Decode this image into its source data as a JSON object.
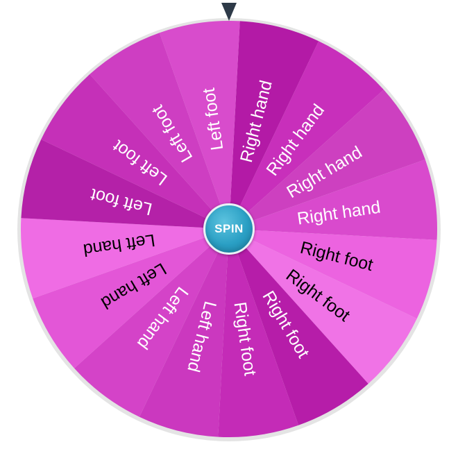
{
  "wheel": {
    "segments": [
      {
        "label": "Right hand",
        "color": "#b31aa6",
        "text_color": "#ffffff"
      },
      {
        "label": "Right hand",
        "color": "#c82fbb",
        "text_color": "#ffffff"
      },
      {
        "label": "Right hand",
        "color": "#cd40c0",
        "text_color": "#ffffff"
      },
      {
        "label": "Right hand",
        "color": "#d94acd",
        "text_color": "#ffffff"
      },
      {
        "label": "Right foot",
        "color": "#ec63e0",
        "text_color": "#000000"
      },
      {
        "label": "Right foot",
        "color": "#f073e6",
        "text_color": "#000000"
      },
      {
        "label": "Right foot",
        "color": "#b61da9",
        "text_color": "#ffffff"
      },
      {
        "label": "Right foot",
        "color": "#c42bb7",
        "text_color": "#ffffff"
      },
      {
        "label": "Left hand",
        "color": "#cb38bf",
        "text_color": "#ffffff"
      },
      {
        "label": "Left hand",
        "color": "#d443c8",
        "text_color": "#ffffff"
      },
      {
        "label": "Left hand",
        "color": "#e356d7",
        "text_color": "#000000"
      },
      {
        "label": "Left hand",
        "color": "#ef6ce4",
        "text_color": "#000000"
      },
      {
        "label": "Left foot",
        "color": "#b421a8",
        "text_color": "#ffffff"
      },
      {
        "label": "Left foot",
        "color": "#c530b8",
        "text_color": "#ffffff"
      },
      {
        "label": "Left foot",
        "color": "#ce3ec2",
        "text_color": "#ffffff"
      },
      {
        "label": "Left foot",
        "color": "#d84ccc",
        "text_color": "#ffffff"
      }
    ],
    "rim_color": "#e4e4e4",
    "pointer_color": "#2e3a48"
  },
  "spin_button": {
    "label": "SPIN"
  }
}
